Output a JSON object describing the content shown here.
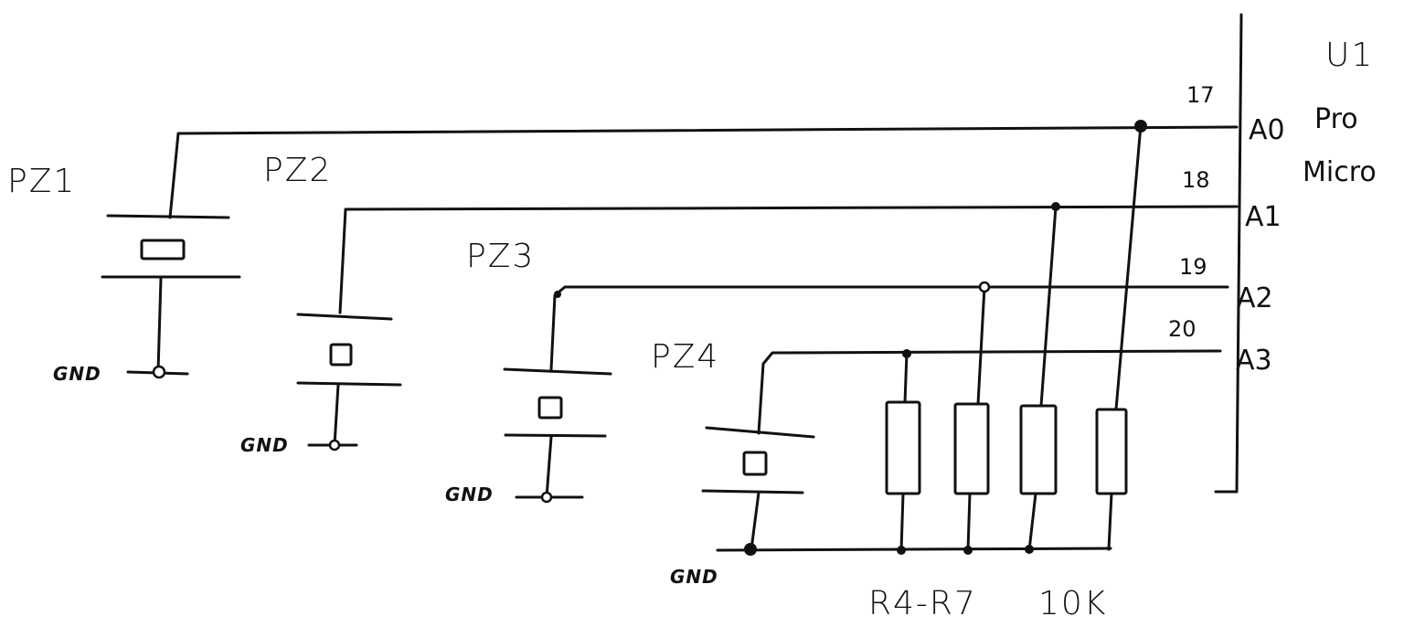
{
  "chip": {
    "ref": "U1",
    "name_line1": "Pro",
    "name_line2": "Micro",
    "pins": [
      {
        "number": "17",
        "signal": "A0"
      },
      {
        "number": "18",
        "signal": "A1"
      },
      {
        "number": "19",
        "signal": "A2"
      },
      {
        "number": "20",
        "signal": "A3"
      }
    ]
  },
  "piezos": [
    {
      "ref": "PZ1",
      "ground": "GND"
    },
    {
      "ref": "PZ2",
      "ground": "GND"
    },
    {
      "ref": "PZ3",
      "ground": "GND"
    },
    {
      "ref": "PZ4",
      "ground": "GND"
    }
  ],
  "resistors": {
    "label": "R4-R7",
    "value": "10K"
  }
}
